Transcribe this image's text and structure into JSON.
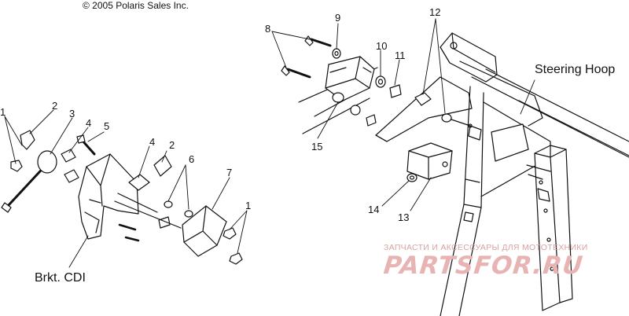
{
  "copyright": "© 2005 Polaris Sales Inc.",
  "labels": {
    "steering_hoop": "Steering Hoop",
    "bracket_cdi": "Brkt. CDI"
  },
  "callouts": {
    "c1a": "1",
    "c2a": "2",
    "c3": "3",
    "c4a": "4",
    "c5": "5",
    "c4b": "4",
    "c2b": "2",
    "c6": "6",
    "c7": "7",
    "c1b": "1",
    "c8": "8",
    "c9": "9",
    "c10": "10",
    "c11": "11",
    "c12": "12",
    "c15": "15",
    "c14": "14",
    "c13": "13"
  },
  "watermark": {
    "tagline": "ЗАПЧАСТИ И АКСЕССУАРЫ ДЛЯ МОТОТЕХНИКИ",
    "logo": "PARTSFOR.RU"
  },
  "colors": {
    "line": "#111111",
    "watermark": "#e8b3b3"
  }
}
